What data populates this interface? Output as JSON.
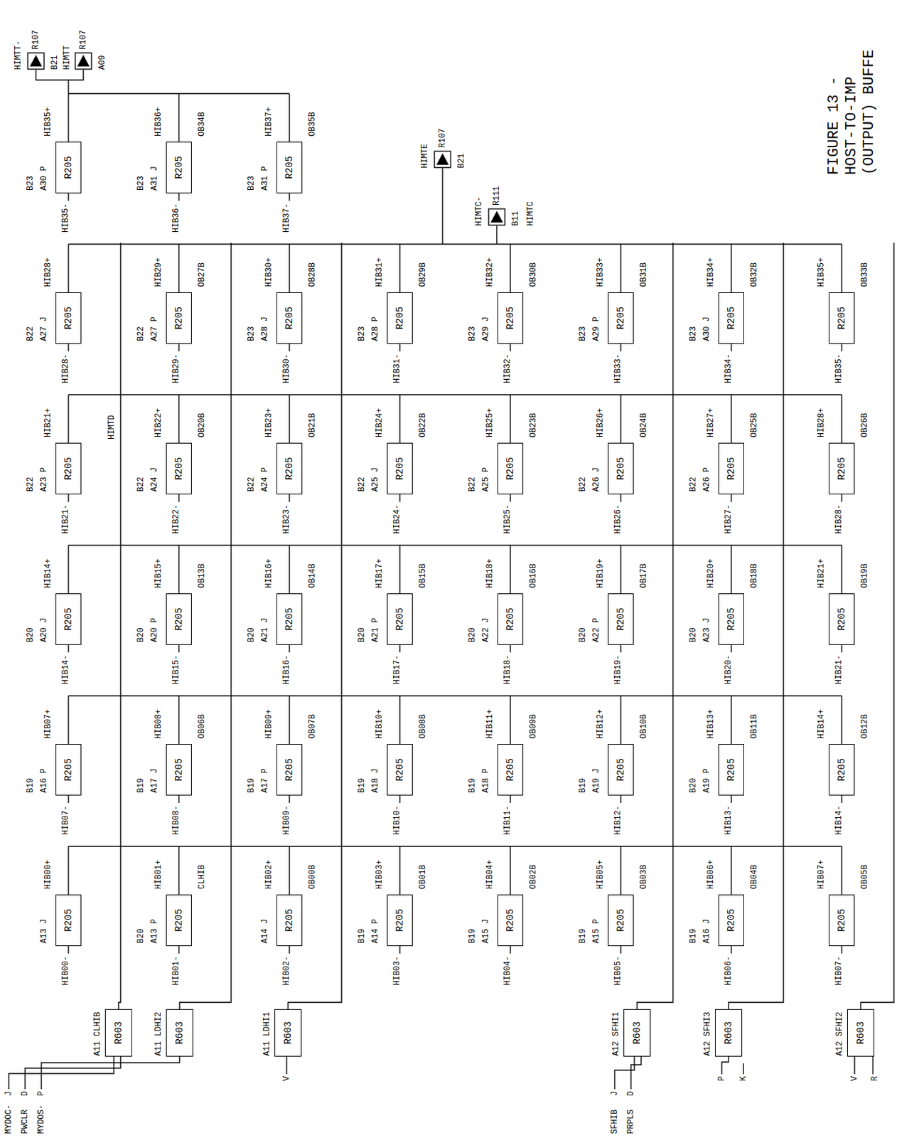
{
  "diagram": {
    "title": "FIGURE 13 - HOST-TO-IMP (OUTPUT) BUFFE",
    "nodes": [
      {
        "text": [
          "R205"
        ]
      },
      {
        "text": [
          "R205"
        ]
      },
      {
        "text": [
          "R205"
        ]
      },
      {
        "text": [
          "R205"
        ]
      },
      {
        "text": [
          "R205"
        ]
      },
      {
        "text": [
          "R205"
        ]
      },
      {
        "text": [
          "R205"
        ]
      },
      {
        "text": [
          "R205"
        ]
      },
      {
        "text": [
          "R205"
        ]
      },
      {
        "text": [
          "R205"
        ]
      },
      {
        "text": [
          "R205"
        ]
      },
      {
        "text": [
          "R205"
        ]
      },
      {
        "text": [
          "R205"
        ]
      },
      {
        "text": [
          "R205"
        ]
      },
      {
        "text": [
          "R205"
        ]
      },
      {
        "text": [
          "R205"
        ]
      },
      {
        "text": [
          "R205"
        ]
      },
      {
        "text": [
          "R205"
        ]
      },
      {
        "text": [
          "R205"
        ]
      },
      {
        "text": [
          "R205"
        ]
      },
      {
        "text": [
          "R205"
        ]
      },
      {
        "text": [
          "R205"
        ]
      },
      {
        "text": [
          "R205"
        ]
      },
      {
        "text": [
          "R205"
        ]
      },
      {
        "text": [
          "R205"
        ]
      },
      {
        "text": [
          "R205"
        ]
      },
      {
        "text": [
          "R205"
        ]
      },
      {
        "text": [
          "R205"
        ]
      },
      {
        "text": [
          "R205"
        ]
      },
      {
        "text": [
          "R205"
        ]
      },
      {
        "text": [
          "R205"
        ]
      },
      {
        "text": [
          "R205"
        ]
      },
      {
        "text": [
          "R205"
        ]
      },
      {
        "text": [
          "R205"
        ]
      },
      {
        "text": [
          "R205"
        ]
      },
      {
        "text": [
          "R205"
        ]
      },
      {
        "text": [
          "R205"
        ]
      },
      {
        "text": [
          "R205"
        ]
      },
      {
        "text": [
          "R205"
        ]
      },
      {
        "text": [
          "R205"
        ]
      },
      {
        "text": [
          "R205"
        ]
      },
      {
        "text": [
          "R205"
        ]
      },
      {
        "text": [
          "R205"
        ]
      },
      {
        "text": [
          "A11",
          "R603"
        ]
      },
      {
        "text": [
          "A11",
          "R603"
        ]
      },
      {
        "text": [
          "A11",
          "R603"
        ]
      },
      {
        "text": [
          "A12",
          "R603"
        ]
      },
      {
        "text": [
          "A12",
          "R603"
        ]
      },
      {
        "text": [
          "A12",
          "R603"
        ]
      },
      {
        "text": [
          "R107"
        ]
      },
      {
        "text": [
          "R107"
        ]
      },
      {
        "text": [
          "R107"
        ]
      },
      {
        "text": [
          "R111"
        ]
      }
    ],
    "labels": [
      "HIB00-",
      "A13 J",
      "HIB00+",
      "HIB01-",
      "B20",
      "A13 P",
      "HIB01+",
      "CLHIB",
      "HIB02-",
      "A14 J",
      "HIB02+",
      "OB00B",
      "HIB03-",
      "B19",
      "A14 P",
      "HIB03+",
      "OB01B",
      "HIB04-",
      "B19",
      "A15 J",
      "HIB04+",
      "OB02B",
      "HIB05-",
      "B19",
      "A15 P",
      "HIB05+",
      "OB03B",
      "HIB06-",
      "B19",
      "A16 J",
      "HIB06+",
      "OB04B",
      "HIB07-",
      "HIB07+",
      "OB05B",
      "HIB07-",
      "B19",
      "A16 P",
      "HIB07+",
      "HIB08-",
      "B19",
      "A17 J",
      "HIB08+",
      "OB06B",
      "HIB09-",
      "B19",
      "A17 P",
      "HIB09+",
      "OB07B",
      "HIB10-",
      "B19",
      "A18 J",
      "HIB10+",
      "OB08B",
      "HIB11-",
      "B19",
      "A18 P",
      "HIB11+",
      "OB09B",
      "HIB12-",
      "B19",
      "A19 J",
      "HIB12+",
      "OB10B",
      "HIB13-",
      "B20",
      "A19 P",
      "HIB13+",
      "OB11B",
      "HIB14-",
      "HIB14+",
      "OB12B",
      "HIB14-",
      "B20",
      "A20 J",
      "HIB14+",
      "HIB15-",
      "B20",
      "A20 P",
      "HIB15+",
      "OB13B",
      "HIB16-",
      "B20",
      "A21 J",
      "HIB16+",
      "OB14B",
      "HIB17-",
      "B20",
      "A21 P",
      "HIB17+",
      "OB15B",
      "HIB18-",
      "B20",
      "A22 J",
      "HIB18+",
      "OB16B",
      "HIB19-",
      "B20",
      "A22 P",
      "HIB19+",
      "OB17B",
      "HIB20-",
      "B20",
      "A23 J",
      "HIB20+",
      "OB18B",
      "HIB21-",
      "HIB21+",
      "OB19B",
      "HIB21-",
      "B22",
      "A23 P",
      "HIB21+",
      "HIB22-",
      "B22",
      "A24 J",
      "HIB22+",
      "OB20B",
      "HIB23-",
      "B22",
      "A24 P",
      "HIB23+",
      "OB21B",
      "HIB24-",
      "B22",
      "A25 J",
      "HIB24+",
      "OB22B",
      "HIB25-",
      "B22",
      "A25 P",
      "HIB25+",
      "OB23B",
      "HIB26-",
      "B22",
      "A26 J",
      "HIB26+",
      "OB24B",
      "HIB27-",
      "B22",
      "A26 P",
      "HIB27+",
      "OB25B",
      "HIB28-",
      "HIB28+",
      "OB26B",
      "HIB28-",
      "B22",
      "A27 J",
      "HIB28+",
      "HIB29-",
      "B22",
      "A27 P",
      "HIB29+",
      "OB27B",
      "HIB30-",
      "B23",
      "A28 J",
      "HIB30+",
      "OB28B",
      "HIB31-",
      "B23",
      "A28 P",
      "HIB31+",
      "OB29B",
      "HIB32-",
      "B23",
      "A29 J",
      "HIB32+",
      "OB30B",
      "HIB33-",
      "B23",
      "A29 P",
      "HIB33+",
      "OB31B",
      "HIB34-",
      "B23",
      "A30 J",
      "HIB34+",
      "OB32B",
      "HIB35-",
      "HIB35+",
      "OB33B",
      "HIB35-",
      "B23",
      "A30 P",
      "HIB35+",
      "HIB36-",
      "B23",
      "A31 J",
      "HIB36+",
      "OB34B",
      "HIB37-",
      "B23",
      "A31 P",
      "HIB37+",
      "OB35B",
      "MYDOC-",
      "J",
      "PWCLR",
      "D",
      "MYDOS-",
      "P",
      "V",
      "SFHIB",
      "J",
      "PRPLS",
      "D",
      "P",
      "K",
      "V",
      "R",
      "CLHIB",
      "LDHI2",
      "LDHI1",
      "SFHI1",
      "SFHI3",
      "SFHI2",
      "HIMTT-",
      "B21",
      "HIMTT",
      "A09",
      "HIMTE",
      "B21",
      "HIMTC-",
      "B11",
      "HIMTC",
      "HIMTD"
    ]
  }
}
